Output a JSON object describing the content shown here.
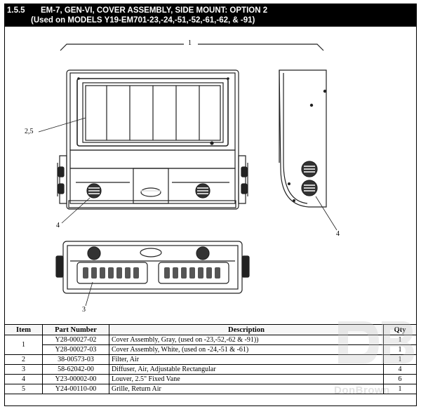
{
  "header": {
    "section_number": "1.5.5",
    "title_line1": "EM-7, GEN-VI, COVER ASSEMBLY,  SIDE MOUNT: OPTION 2",
    "title_line2": "(Used on MODELS Y19-EM701-23,-24,-51,-52,-61,-62, & -91)"
  },
  "callouts": {
    "overall_width": "1",
    "grille_label": "2,5",
    "diffuser_front": "4",
    "diffuser_side": "4",
    "louver_label": "3"
  },
  "table": {
    "headers": {
      "item": "Item",
      "part_number": "Part Number",
      "description": "Description",
      "qty": "Qty"
    },
    "rows": [
      {
        "item": "1",
        "part_number": "Y28-00027-02",
        "description": "Cover Assembly, Gray, (used on -23,-52,-62 & -91))",
        "qty": "1"
      },
      {
        "item": "",
        "part_number": "Y28-00027-03",
        "description": "Cover Assembly, White, (used on -24,-51 & -61)",
        "qty": "1"
      },
      {
        "item": "2",
        "part_number": "38-00573-03",
        "description": "Filter, Air",
        "qty": "1"
      },
      {
        "item": "3",
        "part_number": "58-62042-00",
        "description": "Diffuser, Air, Adjustable Rectangular",
        "qty": "4"
      },
      {
        "item": "4",
        "part_number": "Y23-00002-00",
        "description": "Louver, 2.5\" Fixed Vane",
        "qty": "6"
      },
      {
        "item": "5",
        "part_number": "Y24-00110-00",
        "description": "Grille, Return Air",
        "qty": "1"
      }
    ]
  },
  "watermark": {
    "text": "DonBrown"
  }
}
